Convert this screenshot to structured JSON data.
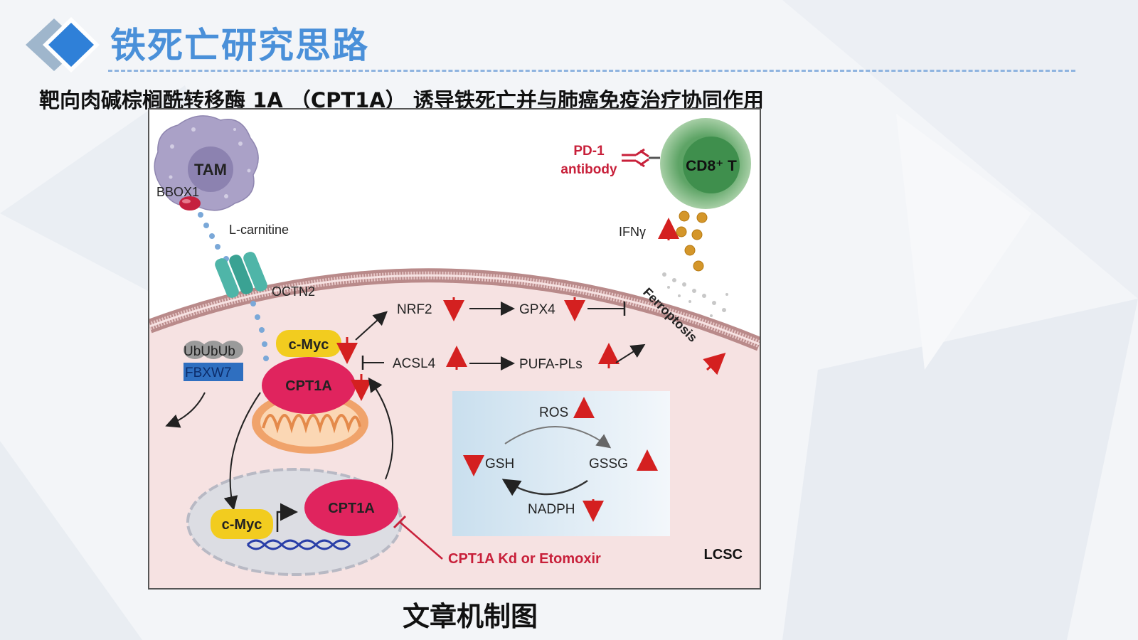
{
  "slide": {
    "title": "铁死亡研究思路",
    "subtitle": "靶向肉碱棕榈酰转移酶 1A （CPT1A） 诱导铁死亡并与肺癌免疫治疗协同作用",
    "caption": "文章机制图"
  },
  "diagram": {
    "tam_label": "TAM",
    "bbox1_label": "BBOX1",
    "lcarnitine_label": "L-carnitine",
    "octn2_label": "OCTN2",
    "pd1_label": "PD-1",
    "antibody_label": "antibody",
    "cd8_label": "CD8⁺ T",
    "ifng_label": "IFNγ",
    "ferroptosis_label": "Ferroptosis",
    "nrf2_label": "NRF2",
    "gpx4_label": "GPX4",
    "acsl4_label": "ACSL4",
    "pufa_label": "PUFA-PLs",
    "ub_label": "UbUbUb",
    "fbxw7_label": "FBXW7",
    "cmyc_label": "c-Myc",
    "cpt1a_label": "CPT1A",
    "ros_label": "ROS",
    "gsh_label": "GSH",
    "gssg_label": "GSSG",
    "nadph_label": "NADPH",
    "inhibitor_label": "CPT1A Kd or Etomoxir",
    "cell_label": "LCSC"
  },
  "colors": {
    "title_blue": "#4a90d9",
    "cpt1a_pink": "#e0245e",
    "cmyc_yellow": "#f2cc1f",
    "arrow_red": "#d42020",
    "cd8_green": "#5fa869",
    "fbxw7_blue": "#2f6fc0"
  }
}
